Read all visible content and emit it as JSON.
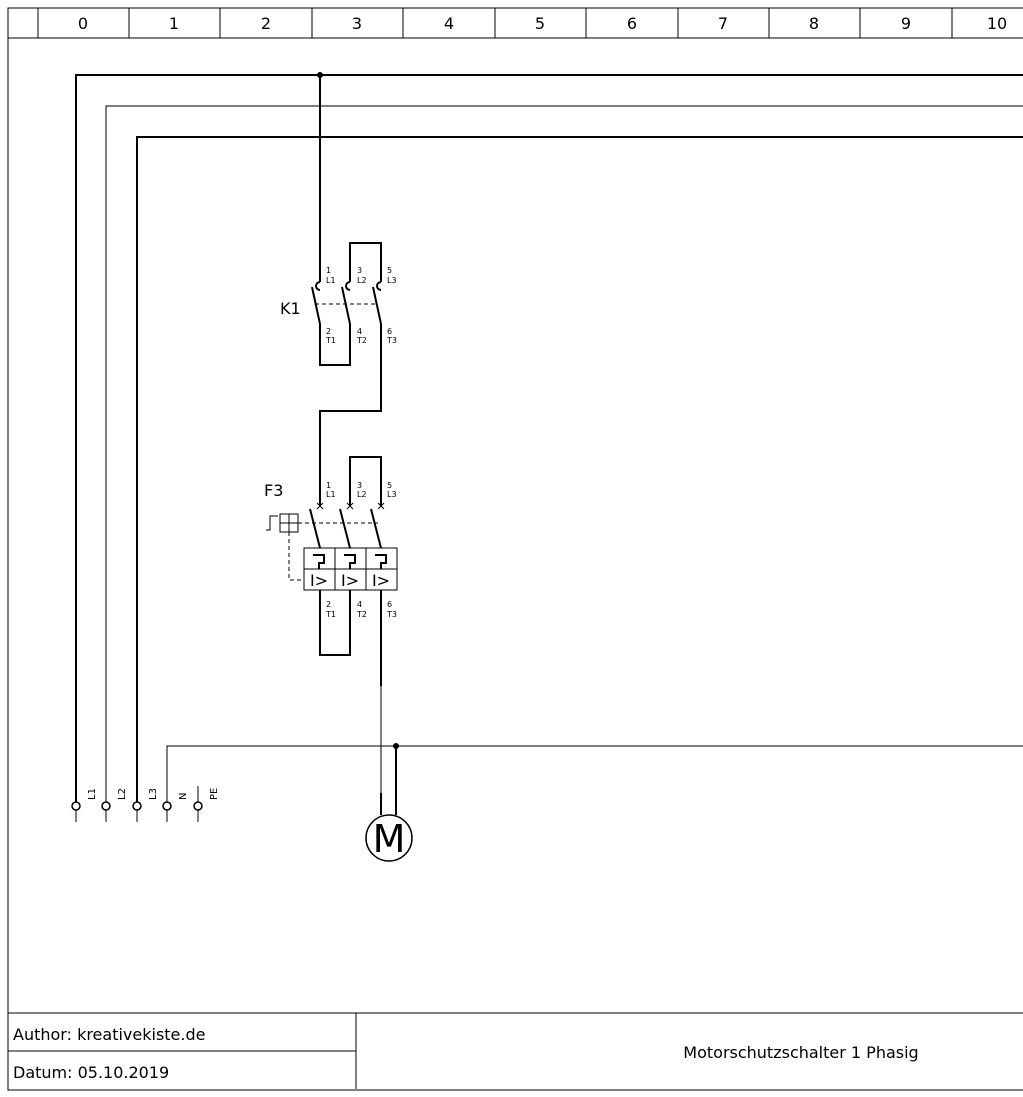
{
  "columns": [
    "0",
    "1",
    "2",
    "3",
    "4",
    "5",
    "6",
    "7",
    "8",
    "9",
    "10"
  ],
  "k1": {
    "ref": "K1",
    "top": [
      {
        "num": "1",
        "name": "L1"
      },
      {
        "num": "3",
        "name": "L2"
      },
      {
        "num": "5",
        "name": "L3"
      }
    ],
    "bottom": [
      {
        "num": "2",
        "name": "T1"
      },
      {
        "num": "4",
        "name": "T2"
      },
      {
        "num": "6",
        "name": "T3"
      }
    ]
  },
  "f3": {
    "ref": "F3",
    "top": [
      {
        "num": "1",
        "name": "L1"
      },
      {
        "num": "3",
        "name": "L2"
      },
      {
        "num": "5",
        "name": "L3"
      }
    ],
    "bottom": [
      {
        "num": "2",
        "name": "T1"
      },
      {
        "num": "4",
        "name": "T2"
      },
      {
        "num": "6",
        "name": "T3"
      }
    ],
    "trip": [
      "I>",
      "I>",
      "I>"
    ]
  },
  "terminals": [
    "L1",
    "L2",
    "L3",
    "N",
    "PE"
  ],
  "motor": {
    "label": "M"
  },
  "title_block": {
    "author": "Author: kreativekiste.de",
    "date": "Datum: 05.10.2019",
    "title": "Motorschutzschalter 1 Phasig"
  }
}
